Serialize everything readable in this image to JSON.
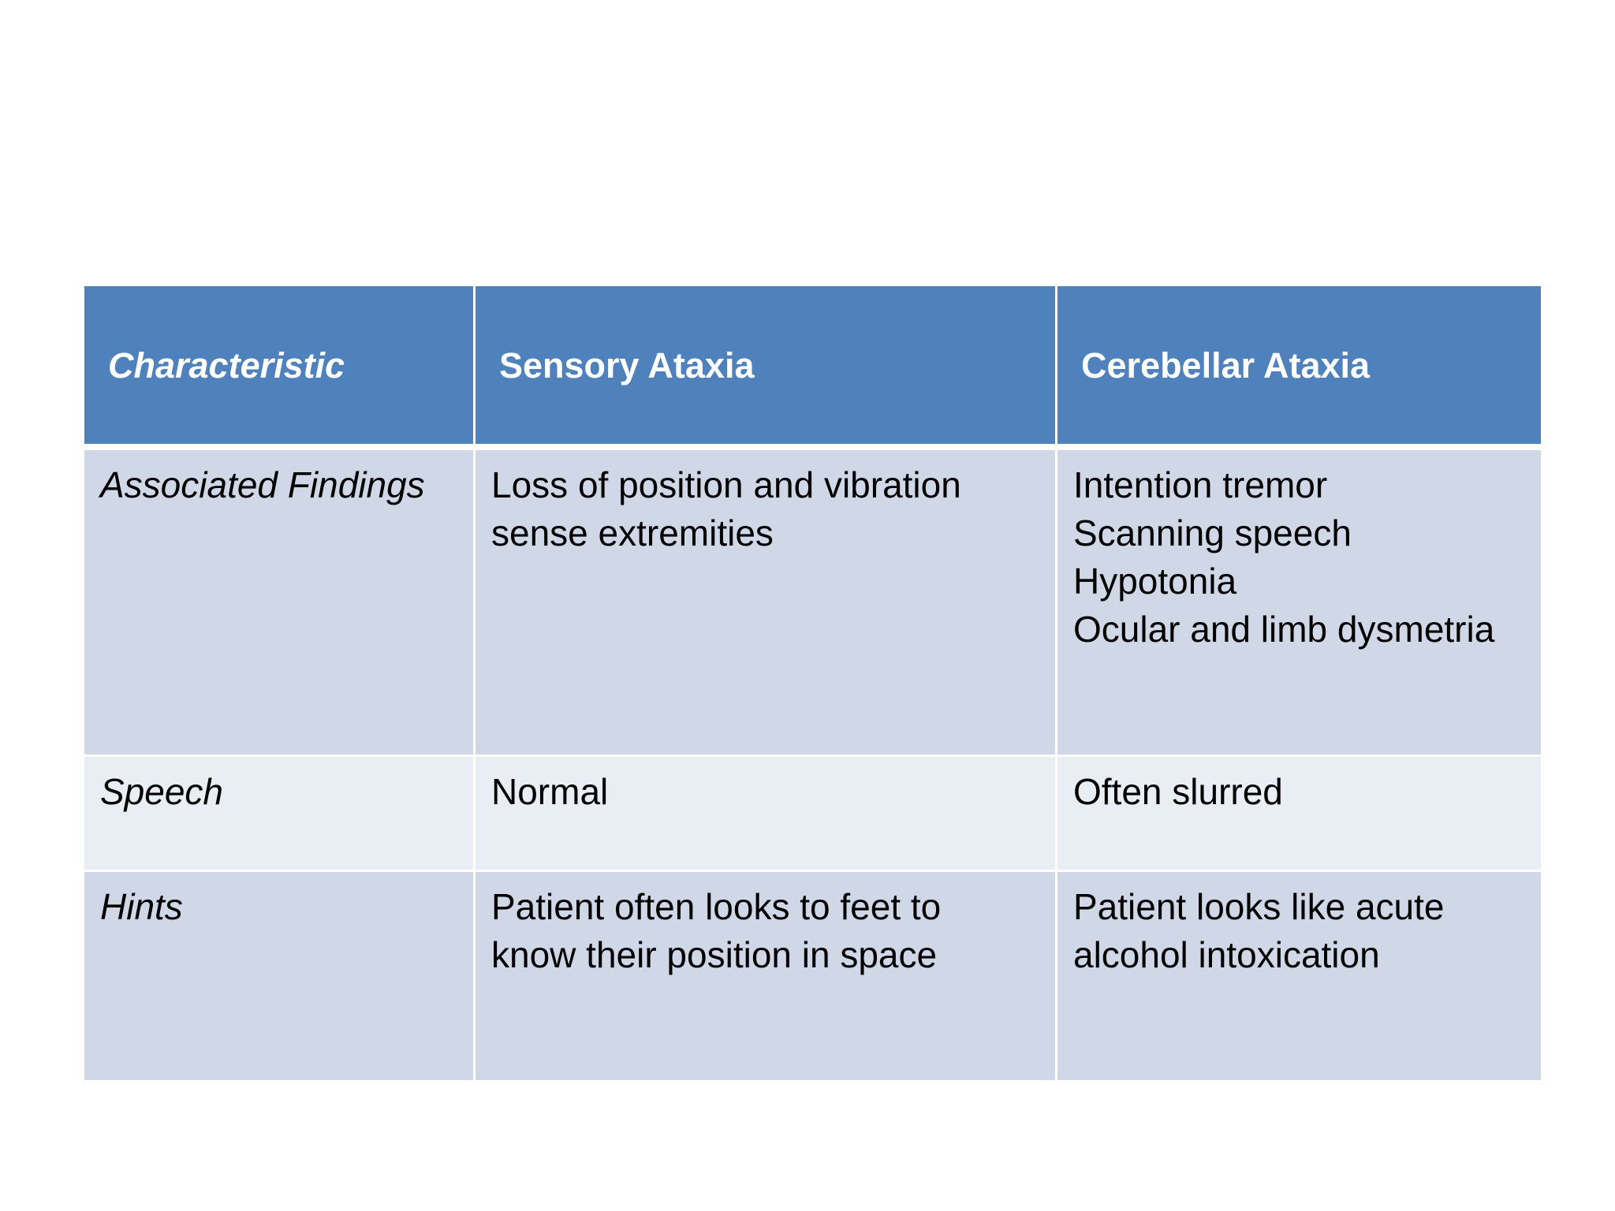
{
  "table": {
    "headers": [
      "Characteristic",
      "Sensory Ataxia",
      "Cerebellar Ataxia"
    ],
    "rows": [
      {
        "label": "Associated Findings",
        "sensory": [
          "Loss of position and vibration",
          "sense extremities"
        ],
        "cerebellar": [
          "Intention tremor",
          "Scanning speech",
          "Hypotonia",
          "Ocular and limb dysmetria"
        ]
      },
      {
        "label": "Speech",
        "sensory": [
          "Normal"
        ],
        "cerebellar": [
          "Often slurred"
        ]
      },
      {
        "label": "Hints",
        "sensory": [
          "Patient often looks to feet to",
          "know their position in space"
        ],
        "cerebellar": [
          "Patient looks like acute",
          "alcohol intoxication"
        ]
      }
    ]
  },
  "colors": {
    "header_bg": "#4f81bd",
    "row_dark_bg": "#d0d8e8",
    "row_light_bg": "#e9edf4"
  }
}
